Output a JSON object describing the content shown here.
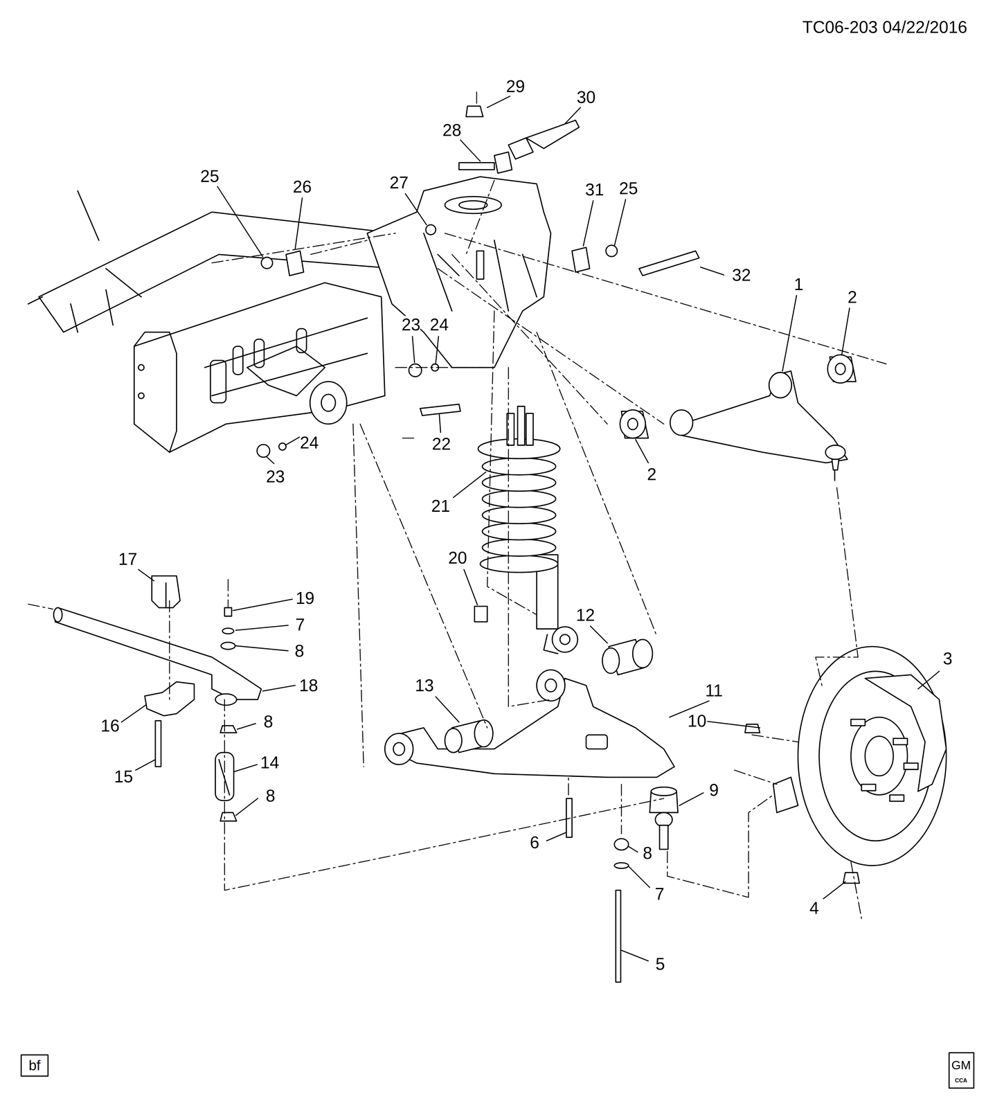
{
  "diagram": {
    "labels": [
      "TC06-203 04/22/2016",
      "29",
      "30",
      "28",
      "25",
      "26",
      "27",
      "31",
      "25",
      "32",
      "1",
      "2",
      "23",
      "24",
      "24",
      "22",
      "2",
      "23",
      "21",
      "17",
      "20",
      "19",
      "7",
      "12",
      "8",
      "18",
      "13",
      "11",
      "3",
      "10",
      "16",
      "8",
      "14",
      "9",
      "15",
      "8",
      "6",
      "8",
      "4",
      "7",
      "5",
      "bf",
      "GM",
      "CCA"
    ]
  }
}
